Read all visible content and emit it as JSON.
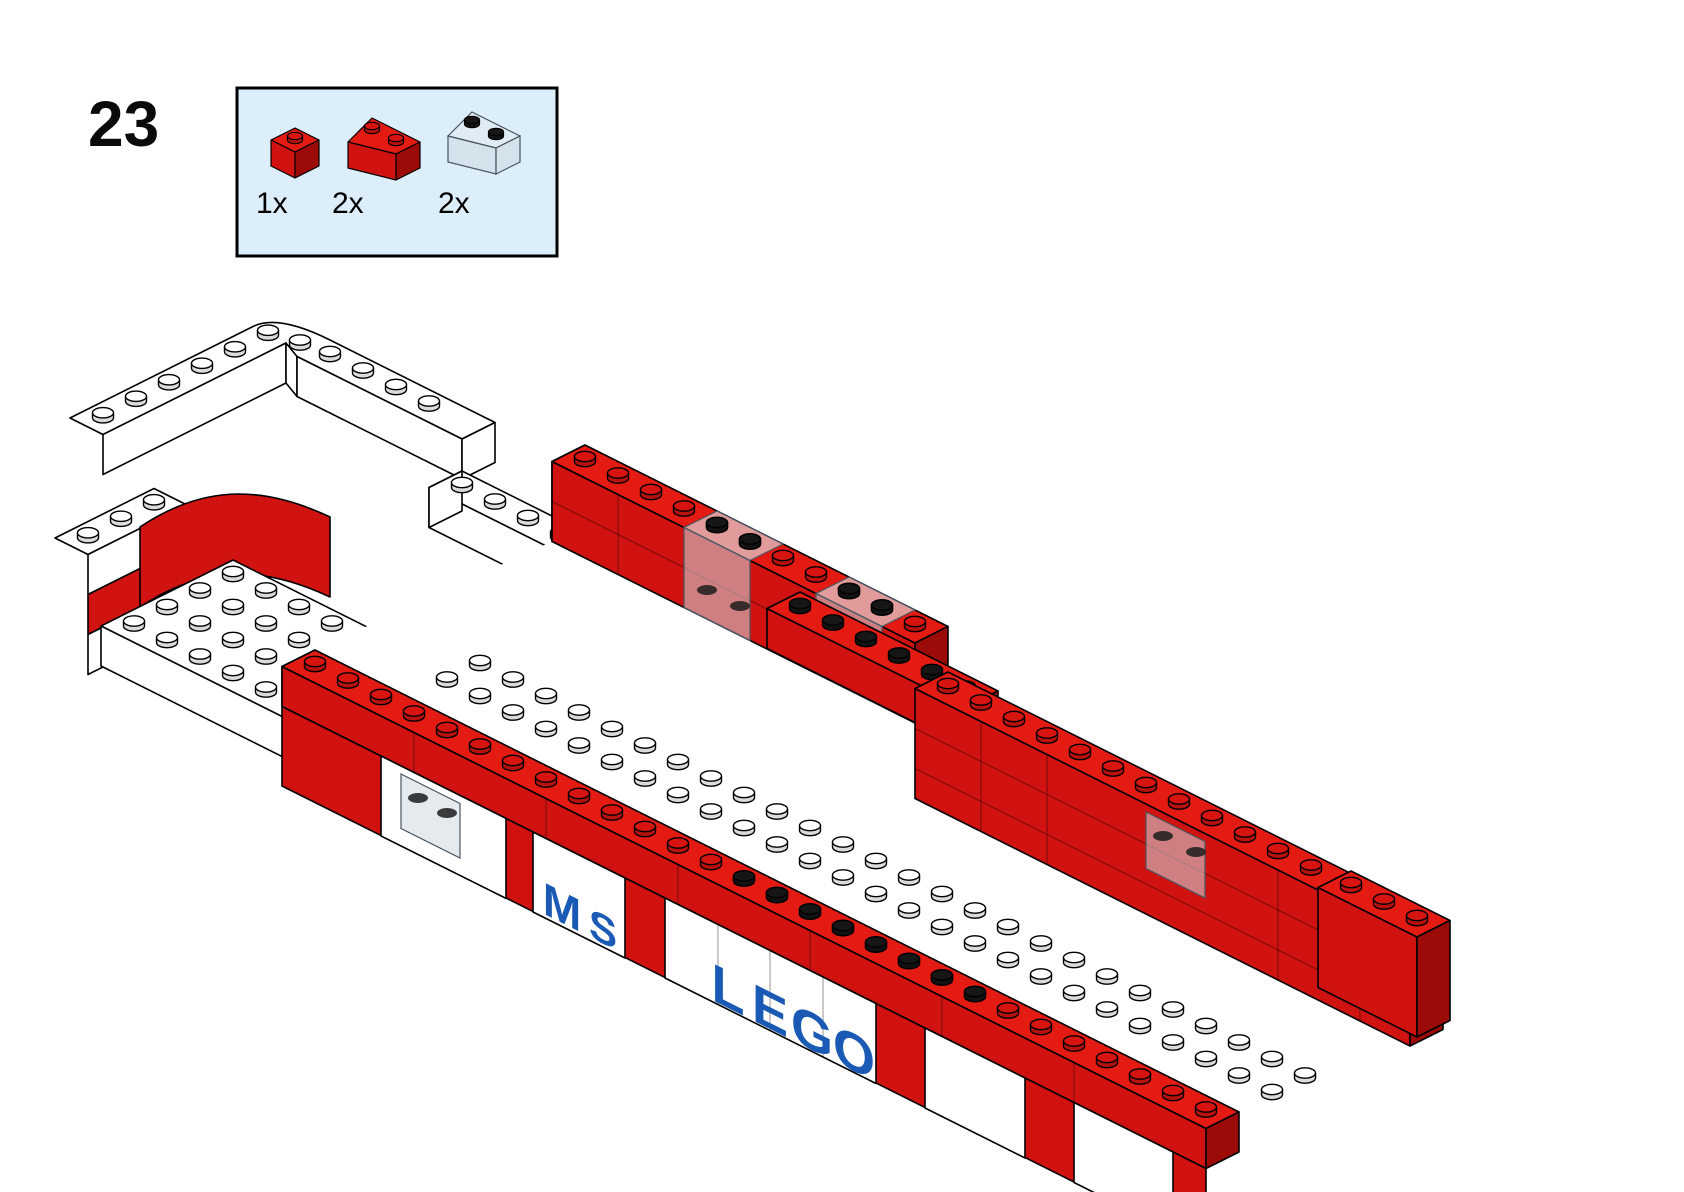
{
  "step": {
    "number": "23"
  },
  "parts_box": {
    "items": [
      {
        "count": "1x",
        "icon": "brick-1x1-red-icon",
        "color": "#d01310"
      },
      {
        "count": "2x",
        "icon": "brick-1x2-red-icon",
        "color": "#d01310"
      },
      {
        "count": "2x",
        "icon": "brick-1x2-clear-icon",
        "color": "#c9d4da"
      }
    ],
    "background": "#dceefa"
  },
  "illustration": {
    "description": "Isometric view of partially built LEGO ship with white hull, red railings, transparent window bricks and white studded deck",
    "hull_text_1": [
      "M",
      "S"
    ],
    "hull_text_2": [
      "L",
      "E",
      "G",
      "O"
    ],
    "letter_color": "#1a5ab5",
    "brick_red": "#d01310",
    "brick_red_dark": "#9c0b08",
    "brick_white": "#ffffff",
    "trans_clear": "#c9d4da"
  }
}
